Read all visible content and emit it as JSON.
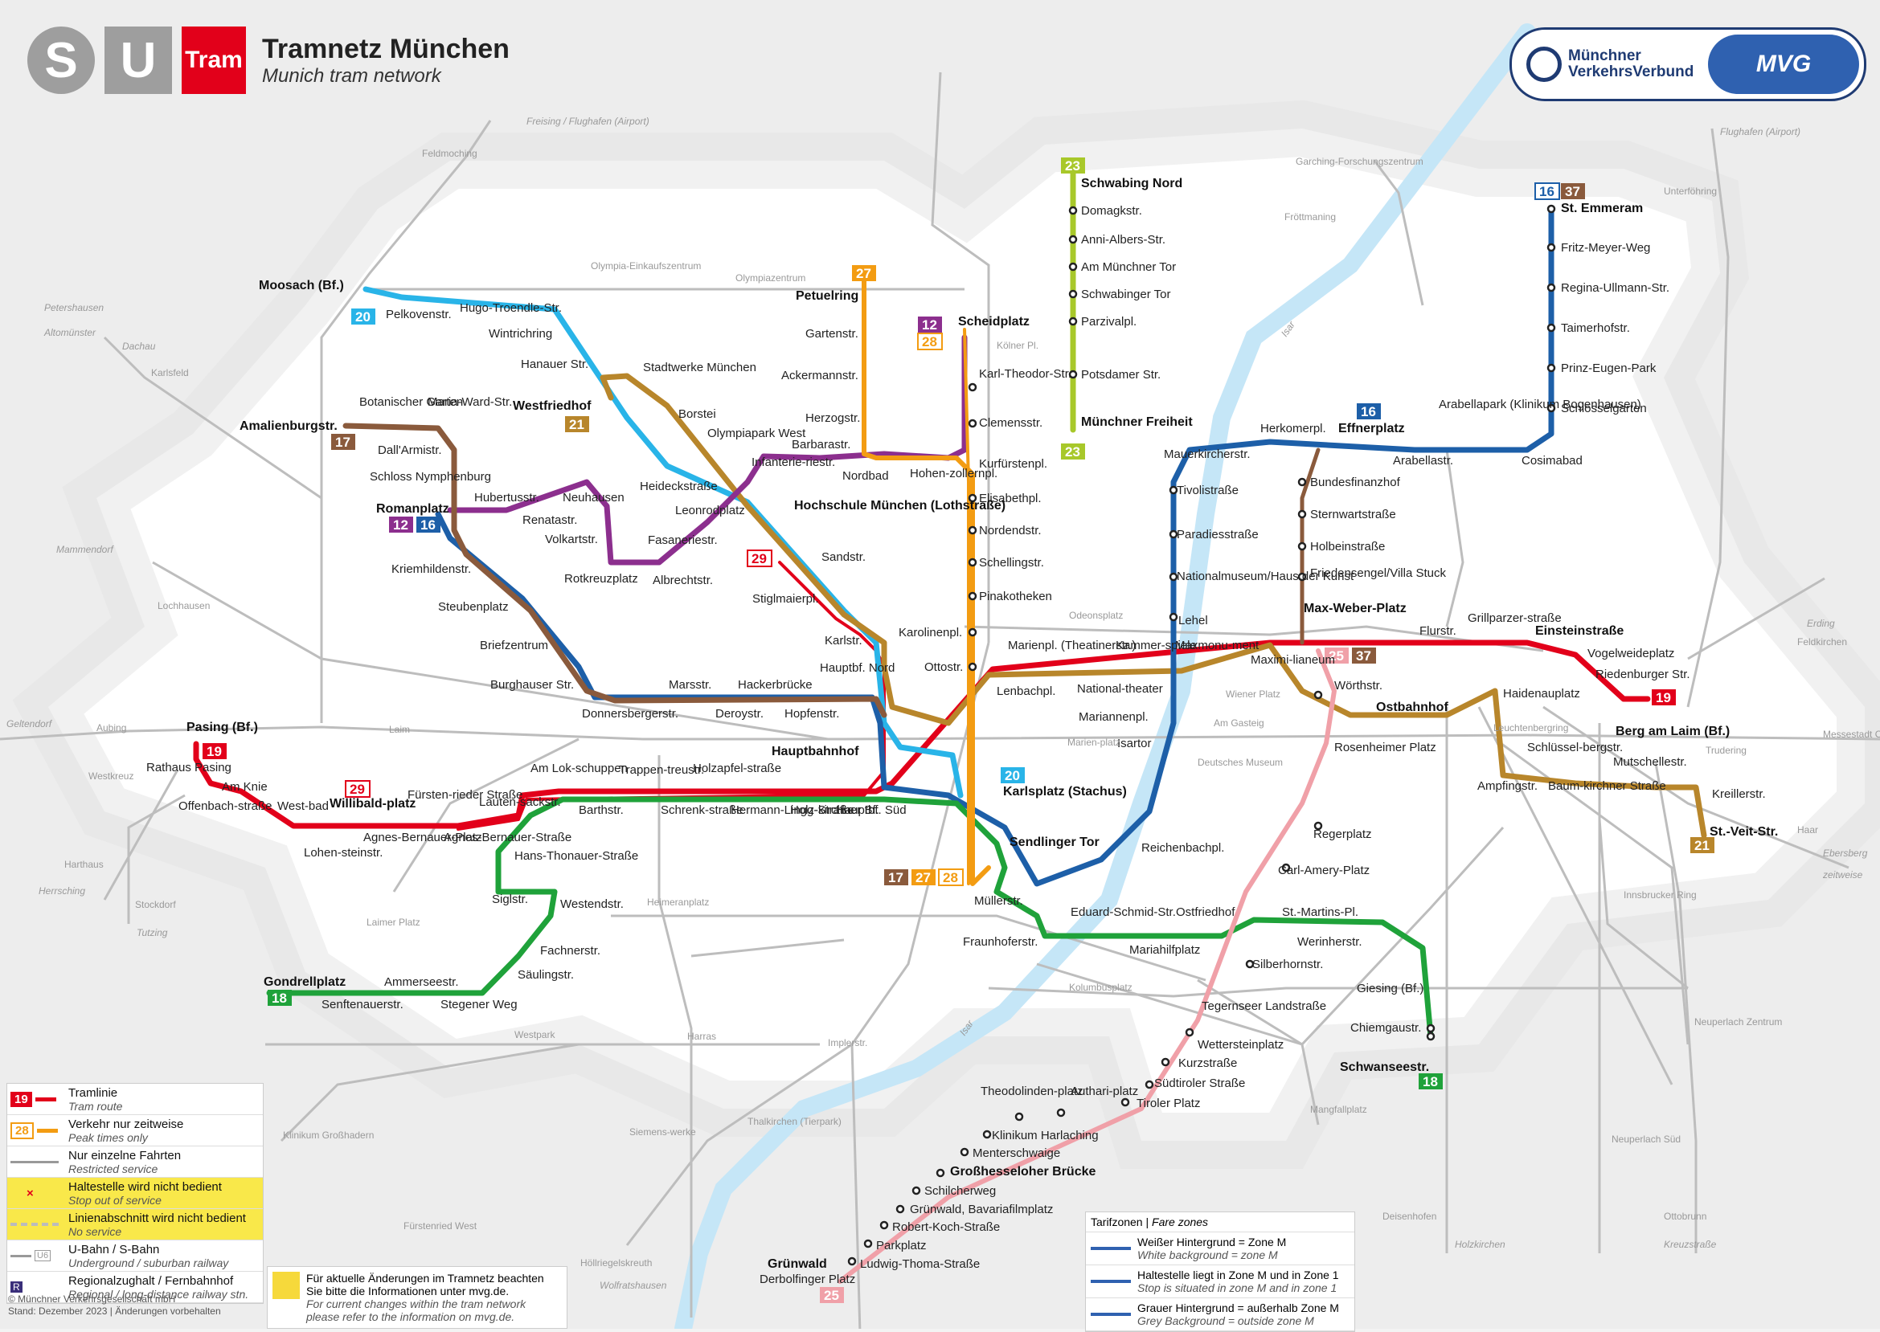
{
  "header": {
    "logo_s": "S",
    "logo_u": "U",
    "logo_tram": "Tram",
    "title": "Tramnetz München",
    "subtitle": "Munich tram network",
    "mvv_label_1": "Münchner",
    "mvv_label_2": "VerkehrsVerbund",
    "mvg_label": "MVG"
  },
  "colors": {
    "line_19": "#e2001a",
    "line_20": "#29b4e8",
    "line_21": "#b8862b",
    "line_12": "#8c2f8e",
    "line_16": "#1d5fa8",
    "line_17": "#8a5a3c",
    "line_18": "#1fa23a",
    "line_23": "#a8c82a",
    "line_25": "#f0a0a8",
    "line_27": "#f39c12",
    "line_28": "#f39c12",
    "line_29": "#e2001a",
    "line_37": "#8a5a3c",
    "water": "#bfe3f5",
    "zone_grey": "#e6e6e6"
  },
  "line_badges": [
    "19",
    "20",
    "21",
    "12",
    "16",
    "17",
    "18",
    "23",
    "25",
    "27",
    "28",
    "29",
    "37"
  ],
  "stations": {
    "moosach": "Moosach (Bf.)",
    "pelkovenstr": "Pelkovenstr.",
    "hugo": "Hugo-Troendle-Str.",
    "wintrich": "Wintrichring",
    "hanauer": "Hanauer Str.",
    "westfriedhof": "Westfriedhof",
    "stadtwerke": "Stadtwerke München",
    "borstei": "Borstei",
    "olympiapark_west": "Olympiapark West",
    "infanterie": "Infanterie-riestr.",
    "petuelring": "Petuelring",
    "gartenstr": "Gartenstr.",
    "ackermann": "Ackermannstr.",
    "herzog": "Herzogstr.",
    "barbara": "Barbarastr.",
    "nordbad": "Nordbad",
    "hohenzollern": "Hohen-zollernpl.",
    "scheidplatz": "Scheidplatz",
    "karl_theodor": "Karl-Theodor-Str.",
    "clemens": "Clemensstr.",
    "kurfuersten": "Kurfürstenpl.",
    "elisabeth": "Elisabethpl.",
    "nordend": "Nordendstr.",
    "schelling": "Schellingstr.",
    "pinakotheken": "Pinakotheken",
    "karolinen": "Karolinenpl.",
    "ottostr": "Ottostr.",
    "schwabing_nord": "Schwabing Nord",
    "domagk": "Domagkstr.",
    "anni": "Anni-Albers-Str.",
    "am_muenchner_tor": "Am Münchner Tor",
    "schwabinger_tor": "Schwabinger Tor",
    "parzival": "Parzivalpl.",
    "potsdamer": "Potsdamer Str.",
    "muenchner_freiheit": "Münchner Freiheit",
    "amalienburg": "Amalienburgstr.",
    "botanischer": "Botanischer Garten",
    "maria_ward": "Maria-Ward-Str.",
    "dall_armi": "Dall'Armistr.",
    "schloss_nymph": "Schloss Nymphenburg",
    "romanplatz": "Romanplatz",
    "hubertus": "Hubertusstr.",
    "neuhausen": "Neuhausen",
    "renata": "Renatastr.",
    "volkart": "Volkartstr.",
    "rotkreuz": "Rotkreuzplatz",
    "albrecht": "Albrechtstr.",
    "fasanerie": "Fasaneriestr.",
    "leonrod": "Leonrodplatz",
    "heidecks": "Heideckstraße",
    "hochschule": "Hochschule München (Lothstraße)",
    "sandstr": "Sandstr.",
    "stiglmaier": "Stiglmaierpl.",
    "karlstr": "Karlstr.",
    "hbf_nord": "Hauptbf. Nord",
    "kriemhilden": "Kriemhildenstr.",
    "steubenplatz": "Steubenplatz",
    "briefzentrum": "Briefzentrum",
    "burghauser": "Burghauser Str.",
    "donnersberger": "Donnersbergerstr.",
    "marsstr": "Marsstr.",
    "deroy": "Deroystr.",
    "hackerbruecke": "Hackerbrücke",
    "hopfen": "Hopfenstr.",
    "hauptbahnhof": "Hauptbahnhof",
    "karlsplatz": "Karlsplatz (Stachus)",
    "lenbach": "Lenbachpl.",
    "marienpl": "Marienpl. (Theatinerstr.)",
    "kammerspiele": "Kammer-spiele",
    "maxmonument": "Maxmonu-ment",
    "nationaltheater": "National-theater",
    "maximilianeum": "Maximi-lianeum",
    "max_weber": "Max-Weber-Platz",
    "mauerkircher": "Mauerkircherstr.",
    "tivoli": "Tivolistraße",
    "paradies": "Paradiesstraße",
    "nationalmuseum": "Nationalmuseum/Haus der Kunst",
    "lehel": "Lehel",
    "mariannen": "Mariannenpl.",
    "isartor": "Isartor",
    "reichenbach": "Reichenbachpl.",
    "sendlinger_tor": "Sendlinger Tor",
    "muellerstr": "Müllerstr.",
    "fraunhofer": "Fraunhoferstr.",
    "herkomer": "Herkomerpl.",
    "effnerplatz": "Effnerplatz",
    "arabellastr": "Arabellastr.",
    "arabellapark": "Arabellapark (Klinikum Bogenhausen)",
    "cosimabad": "Cosimabad",
    "st_emmeram": "St. Emmeram",
    "fritz_meyer": "Fritz-Meyer-Weg",
    "regina": "Regina-Ullmann-Str.",
    "taimer": "Taimerhofstr.",
    "prinz_eugen": "Prinz-Eugen-Park",
    "schloesselgarten": "Schlösselgarten",
    "bundesfinanz": "Bundesfinanzhof",
    "sternwarte": "Sternwartstraße",
    "holbein": "Holbeinstraße",
    "friedensengel": "Friedensengel/Villa Stuck",
    "wuerth": "Wörthstr.",
    "ostbahnhof": "Ostbahnhof",
    "rosenheimer": "Rosenheimer Platz",
    "flurstr": "Flurstr.",
    "grillparzer": "Grillparzer-straße",
    "einsteinstr": "Einsteinstraße",
    "vogelweide": "Vogelweideplatz",
    "riedenburger": "Riedenburger Str.",
    "berg_am_laim": "Berg am Laim (Bf.)",
    "haidenau": "Haidenauplatz",
    "schloesselberg": "Schlüssel-bergstr.",
    "amping": "Ampfingstr.",
    "baumkirchner": "Baum-kirchner Straße",
    "mutschell": "Mutschellestr.",
    "kreillerstr": "Kreillerstr.",
    "st_veit": "St.-Veit-Str.",
    "pasing": "Pasing (Bf.)",
    "rathaus_pasing": "Rathaus Pasing",
    "am_knie": "Am Knie",
    "offenbach": "Offenbach-straße",
    "westbad": "West-bad",
    "lohensteinstr": "Lohen-steinstr.",
    "willibald": "Willibald-platz",
    "agnes1": "Agnes-Bernauer-Platz",
    "fuerstenried": "Fürsten-rieder Straße",
    "agnes2": "Agnes-Bernauer-Straße",
    "lautensack": "Lauten-sackstr.",
    "am_lok": "Am Lok-schuppen",
    "barthstr": "Barthstr.",
    "trappen": "Trappen-treustr.",
    "schrenk": "Schrenk-straße",
    "holzapfel": "Holzapfel-straße",
    "hermann": "Hermann-Lingg-Straße",
    "holzkirchner": "Holz-kirchner Bf.",
    "hbf_sued": "Hauptbf. Süd",
    "hans_thonauer": "Hans-Thonauer-Straße",
    "siglstr": "Siglstr.",
    "westendstr": "Westendstr.",
    "fachnerstr": "Fachnerstr.",
    "saeulingstr": "Säulingstr.",
    "gondrell": "Gondrellplatz",
    "ammersee": "Ammerseestr.",
    "senftenauer": "Senftenauerstr.",
    "stegener": "Stegener Weg",
    "eduard": "Eduard-Schmid-Str.",
    "mariahilf": "Mariahilfplatz",
    "ostfriedhof": "Ostfriedhof",
    "st_martins": "St.-Martins-Pl.",
    "werinher": "Werinherstr.",
    "giesing": "Giesing (Bf.)",
    "chiemgau": "Chiemgaustr.",
    "schwanseestr": "Schwanseestr.",
    "regerplatz": "Regerplatz",
    "carl_amery": "Carl-Amery-Platz",
    "silberhorn": "Silberhornstr.",
    "tegernseer": "Tegernseer Landstraße",
    "wettersteinplatz": "Wettersteinplatz",
    "kurzstr": "Kurzstraße",
    "suedtiroler": "Südtiroler Straße",
    "tiroler": "Tiroler Platz",
    "authari": "Authari-platz",
    "theodolinden": "Theodolinden-platz",
    "klinikum_harlaching": "Klinikum Harlaching",
    "menterschwaige": "Menterschwaige",
    "grosshesselohe": "Großhesseloher Brücke",
    "schilcherweg": "Schilcherweg",
    "gruenwald_bav": "Grünwald, Bavariafilmplatz",
    "robert_koch": "Robert-Koch-Straße",
    "parkplatz": "Parkplatz",
    "ludwig_thoma": "Ludwig-Thoma-Straße",
    "gruenwald": "Grünwald",
    "derbolfinger": "Derbolfinger Platz"
  },
  "grey_labels": {
    "feldmoching": "Feldmoching",
    "freising": "Freising / Flughafen (Airport)",
    "olympia_einkauf": "Olympia-Einkaufszentrum",
    "olympiazentrum": "Olympiazentrum",
    "garching": "Garching-Forschungszentrum",
    "froettmaning": "Fröttmaning",
    "unterfoehring": "Unterföhring",
    "flughafen": "Flughafen (Airport)",
    "petershausen": "Petershausen",
    "altomuenster": "Altomünster",
    "dachau": "Dachau",
    "karlsfeld": "Karlsfeld",
    "mammendorf": "Mammendorf",
    "lochhausen": "Lochhausen",
    "geltendorf": "Geltendorf",
    "aubing": "Aubing",
    "laim": "Laim",
    "westkreuz": "Westkreuz",
    "harthaus": "Harthaus",
    "herrsching": "Herrsching",
    "stockdorf": "Stockdorf",
    "tutzing": "Tutzing",
    "laimer_platz": "Laimer Platz",
    "heimeranplatz": "Heimeranplatz",
    "westpark": "Westpark",
    "harras": "Harras",
    "implerstr": "Implerstr.",
    "klinikum_grosshadern": "Klinikum Großhadern",
    "siemenswerke": "Siemens-werke",
    "thalkirchen": "Thalkirchen (Tierpark)",
    "fuerstenried_west": "Fürstenried West",
    "hoellriegelskreuth": "Höllriegelskreuth",
    "wolfratshausen": "Wolfratshausen",
    "mangfallplatz": "Mangfallplatz",
    "deisenhofen": "Deisenhofen",
    "holzkirchen": "Holzkirchen",
    "kreuzstrasse": "Kreuzstraße",
    "ottobrunn": "Ottobrunn",
    "neuperlach_sued": "Neuperlach Süd",
    "neuperlach_zentrum": "Neuperlach Zentrum",
    "innsbrucker_ring": "Innsbrucker Ring",
    "ebersberg": "Ebersberg",
    "haar": "Haar",
    "zeitweise": "zeitweise",
    "messestadt_ost": "Messestadt Ost",
    "trudering": "Trudering",
    "leuchtenbergring": "Leuchtenbergring",
    "erding": "Erding",
    "feldkirchen": "Feldkirchen",
    "odeonsplatz": "Odeonsplatz",
    "wiener_platz": "Wiener Platz",
    "am_gasteig": "Am Gasteig",
    "deutsches_museum": "Deutsches Museum",
    "kolumbusplatz": "Kolumbusplatz",
    "koelner_pl": "Kölner Pl.",
    "marienplatz_grey": "Marien-platz",
    "isar": "Isar"
  },
  "legend": {
    "rows": [
      {
        "sym": "19",
        "de": "Tramlinie",
        "en": "Tram route"
      },
      {
        "sym": "28",
        "de": "Verkehr nur zeitweise",
        "en": "Peak times only"
      },
      {
        "sym": "",
        "de": "Nur einzelne Fahrten",
        "en": "Restricted service"
      },
      {
        "sym": "×",
        "de": "Haltestelle wird nicht bedient",
        "en": "Stop out of service"
      },
      {
        "sym": "",
        "de": "Linienabschnitt wird nicht bedient",
        "en": "No service"
      },
      {
        "sym": "U6",
        "de": "U-Bahn / S-Bahn",
        "en": "Underground / suburban railway"
      },
      {
        "sym": "R",
        "de": "Regionalzughalt / Fernbahnhof",
        "en": "Regional / long-distance railway stn."
      }
    ]
  },
  "notice": {
    "de": "Für aktuelle Änderungen im Tramnetz beachten Sie bitte die Informationen unter mvg.de.",
    "en": "For current changes within the tram network please refer to the information on mvg.de."
  },
  "fare": {
    "header_de": "Tarifzonen",
    "header_en": "Fare zones",
    "rows": [
      {
        "de": "Weißer Hintergrund = Zone M",
        "en": "White background = zone M"
      },
      {
        "de": "Haltestelle liegt in Zone M und in Zone 1",
        "en": "Stop is situated in zone M and in zone 1"
      },
      {
        "de": "Grauer Hintergrund = außerhalb Zone M",
        "en": "Grey Background = outside zone M"
      }
    ]
  },
  "copyright": {
    "line1": "© Münchner Verkehrsgesellschaft mbH",
    "line2": "Stand: Dezember 2023 | Änderungen vorbehalten"
  }
}
